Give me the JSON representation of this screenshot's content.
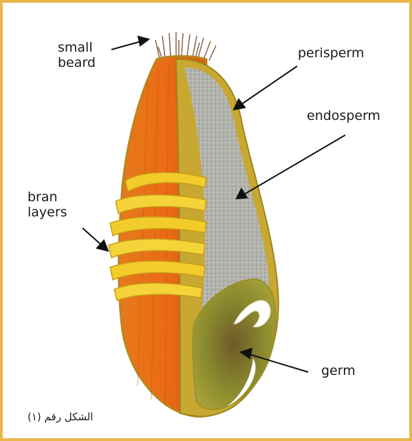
{
  "labels": {
    "small_beard_line1": "small",
    "small_beard_line2": "beard",
    "perisperm": "perisperm",
    "endosperm": "endosperm",
    "bran_line1": "bran",
    "bran_line2": "layers",
    "germ": "germ"
  },
  "caption": "الشكل رقم (١)",
  "colors": {
    "frame": "#e8b84a",
    "bran_orange": "#e8761c",
    "bran_yellow": "#f2cc2a",
    "endosperm": "#b4b4ae",
    "germ": "#8c8a30",
    "perisperm": "#c8a830",
    "beard": "#8a6a40"
  }
}
